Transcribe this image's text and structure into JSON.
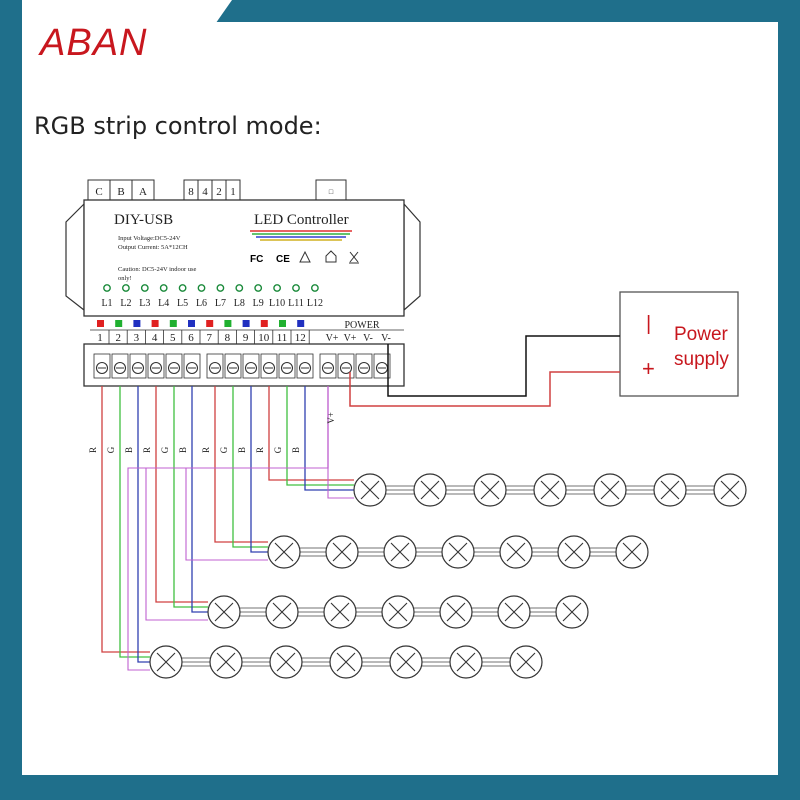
{
  "brand": "ABAN",
  "title": "RGB strip control mode:",
  "controller": {
    "model": "DIY-USB",
    "name": "LED Controller",
    "input_voltage": "Input Voltage:DC5-24V",
    "output_current": "Output Current: 5A*12CH",
    "caution_line1": "Caution: DC5-24V indoor use",
    "caution_line2": "only!",
    "top_tabs_left": [
      "C",
      "B",
      "A"
    ],
    "top_tabs_mid": [
      "8",
      "4",
      "2",
      "1"
    ],
    "top_tab_right": "□",
    "leds": [
      "L1",
      "L2",
      "L3",
      "L4",
      "L5",
      "L6",
      "L7",
      "L8",
      "L9",
      "L10",
      "L11",
      "L12"
    ],
    "channel_numbers": [
      "1",
      "2",
      "3",
      "4",
      "5",
      "6",
      "7",
      "8",
      "9",
      "10",
      "11",
      "12"
    ],
    "channel_colors": [
      "#e02020",
      "#20b030",
      "#2030c0",
      "#e02020",
      "#20b030",
      "#2030c0",
      "#e02020",
      "#20b030",
      "#2030c0",
      "#e02020",
      "#20b030",
      "#2030c0"
    ],
    "power_label": "POWER",
    "power_terminals": [
      "V+",
      "V+",
      "V-",
      "V-"
    ],
    "cert_marks": [
      "FC",
      "CE"
    ]
  },
  "power_supply": {
    "line1": "Power",
    "line2": "supply",
    "minus": "|",
    "plus": "+"
  },
  "wire_labels": [
    "R",
    "G",
    "B",
    "R",
    "G",
    "B",
    "R",
    "G",
    "B",
    "R",
    "G",
    "B",
    "V+"
  ],
  "colors": {
    "frame": "#1f6f8b",
    "brand": "#c8171e",
    "red_wire": "#d04040",
    "green_wire": "#40c040",
    "blue_wire": "#3040b0",
    "vplus_wire": "#c060d0",
    "black_wire": "#111111"
  }
}
